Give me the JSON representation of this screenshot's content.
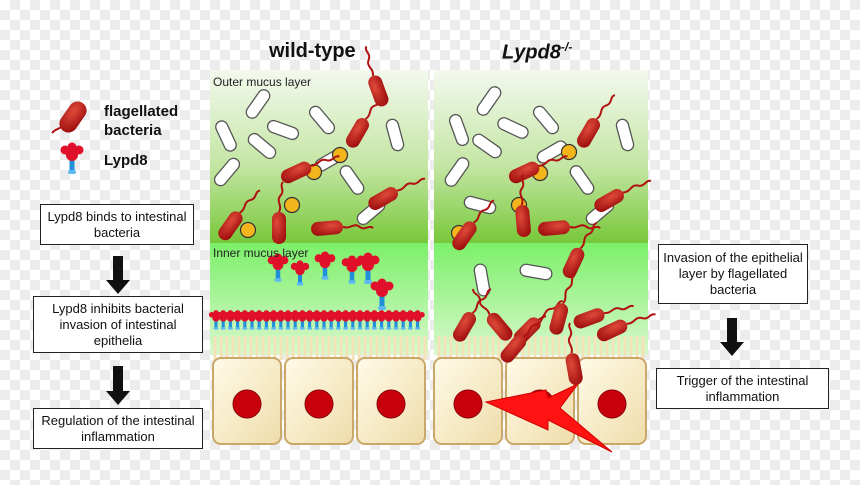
{
  "titles": {
    "wild_type": "wild-type",
    "knockout_base": "Lypd8",
    "knockout_sup": "-/-"
  },
  "legend": {
    "bacteria_label": "flagellated\nbacteria",
    "lypd8_label": "Lypd8"
  },
  "layers": {
    "outer": "Outer mucus layer",
    "inner": "Inner mucus layer"
  },
  "left_flow": [
    "Lypd8 binds to intestinal bacteria",
    "Lypd8 inhibits bacterial invasion of intestinal epithelia",
    "Regulation of the intestinal inflammation"
  ],
  "right_flow": [
    "Invasion of the epithelial layer by flagellated bacteria",
    "Trigger of the intestinal inflammation"
  ],
  "colors": {
    "bacteria": "#b01010",
    "lypd8_head": "#e0102a",
    "lypd8_stem": "#1e8fd8",
    "outer_mucus_top": "#f0f7ea",
    "outer_mucus_bottom": "#7fcf3e",
    "inner_mucus": "#8ef07a",
    "cell_body": "#faeec8",
    "nucleus": "#c8000c",
    "lightning": "#ff1010",
    "yellow_particle": "#f2b51c"
  }
}
